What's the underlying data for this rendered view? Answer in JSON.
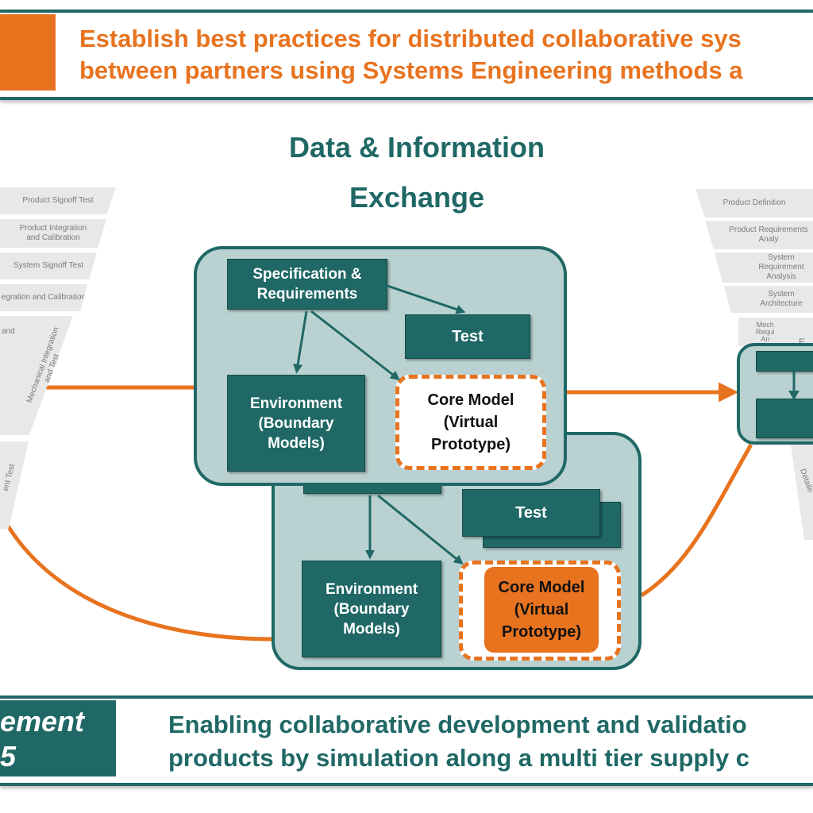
{
  "top_banner": {
    "line1": "Establish best practices for distributed collaborative sys",
    "line2": "between partners using Systems Engineering methods a"
  },
  "title": {
    "line1": "Data & Information",
    "line2": "Exchange"
  },
  "upper_frame": {
    "spec": "Specification &\nRequirements",
    "test": "Test",
    "environment": "Environment\n(Boundary\nModels)",
    "core": "Core Model\n(Virtual\nPrototype)"
  },
  "lower_frame": {
    "test": "Test",
    "environment": "Environment\n(Boundary\nModels)",
    "core": "Core Model\n(Virtual\nPrototype)"
  },
  "left_v": {
    "items": [
      "Product Signoff Test",
      "Product Integration\nand Calibration",
      "System Signoff Test",
      "egration and Calibration"
    ],
    "fragment1": "and",
    "fragment2": "Mechanical Integration\nand Test",
    "fragment3": "ent Test"
  },
  "right_v": {
    "items": [
      "Product Definition",
      "Product Requirements Analy",
      "System Requirement\nAnalysis",
      "System Architecture"
    ],
    "fragment1": "Mech\nRequi\nAn",
    "fragment2": "E",
    "fragment3": "Detaile"
  },
  "bottom_banner": {
    "left_line1": "ement",
    "left_line2": "5",
    "line1": "Enabling collaborative development and validatio",
    "line2": "products by simulation along a multi tier supply c"
  },
  "colors": {
    "teal": "#1f6866",
    "orange": "#e8731f",
    "frame_fill": "#b9d2d1"
  }
}
